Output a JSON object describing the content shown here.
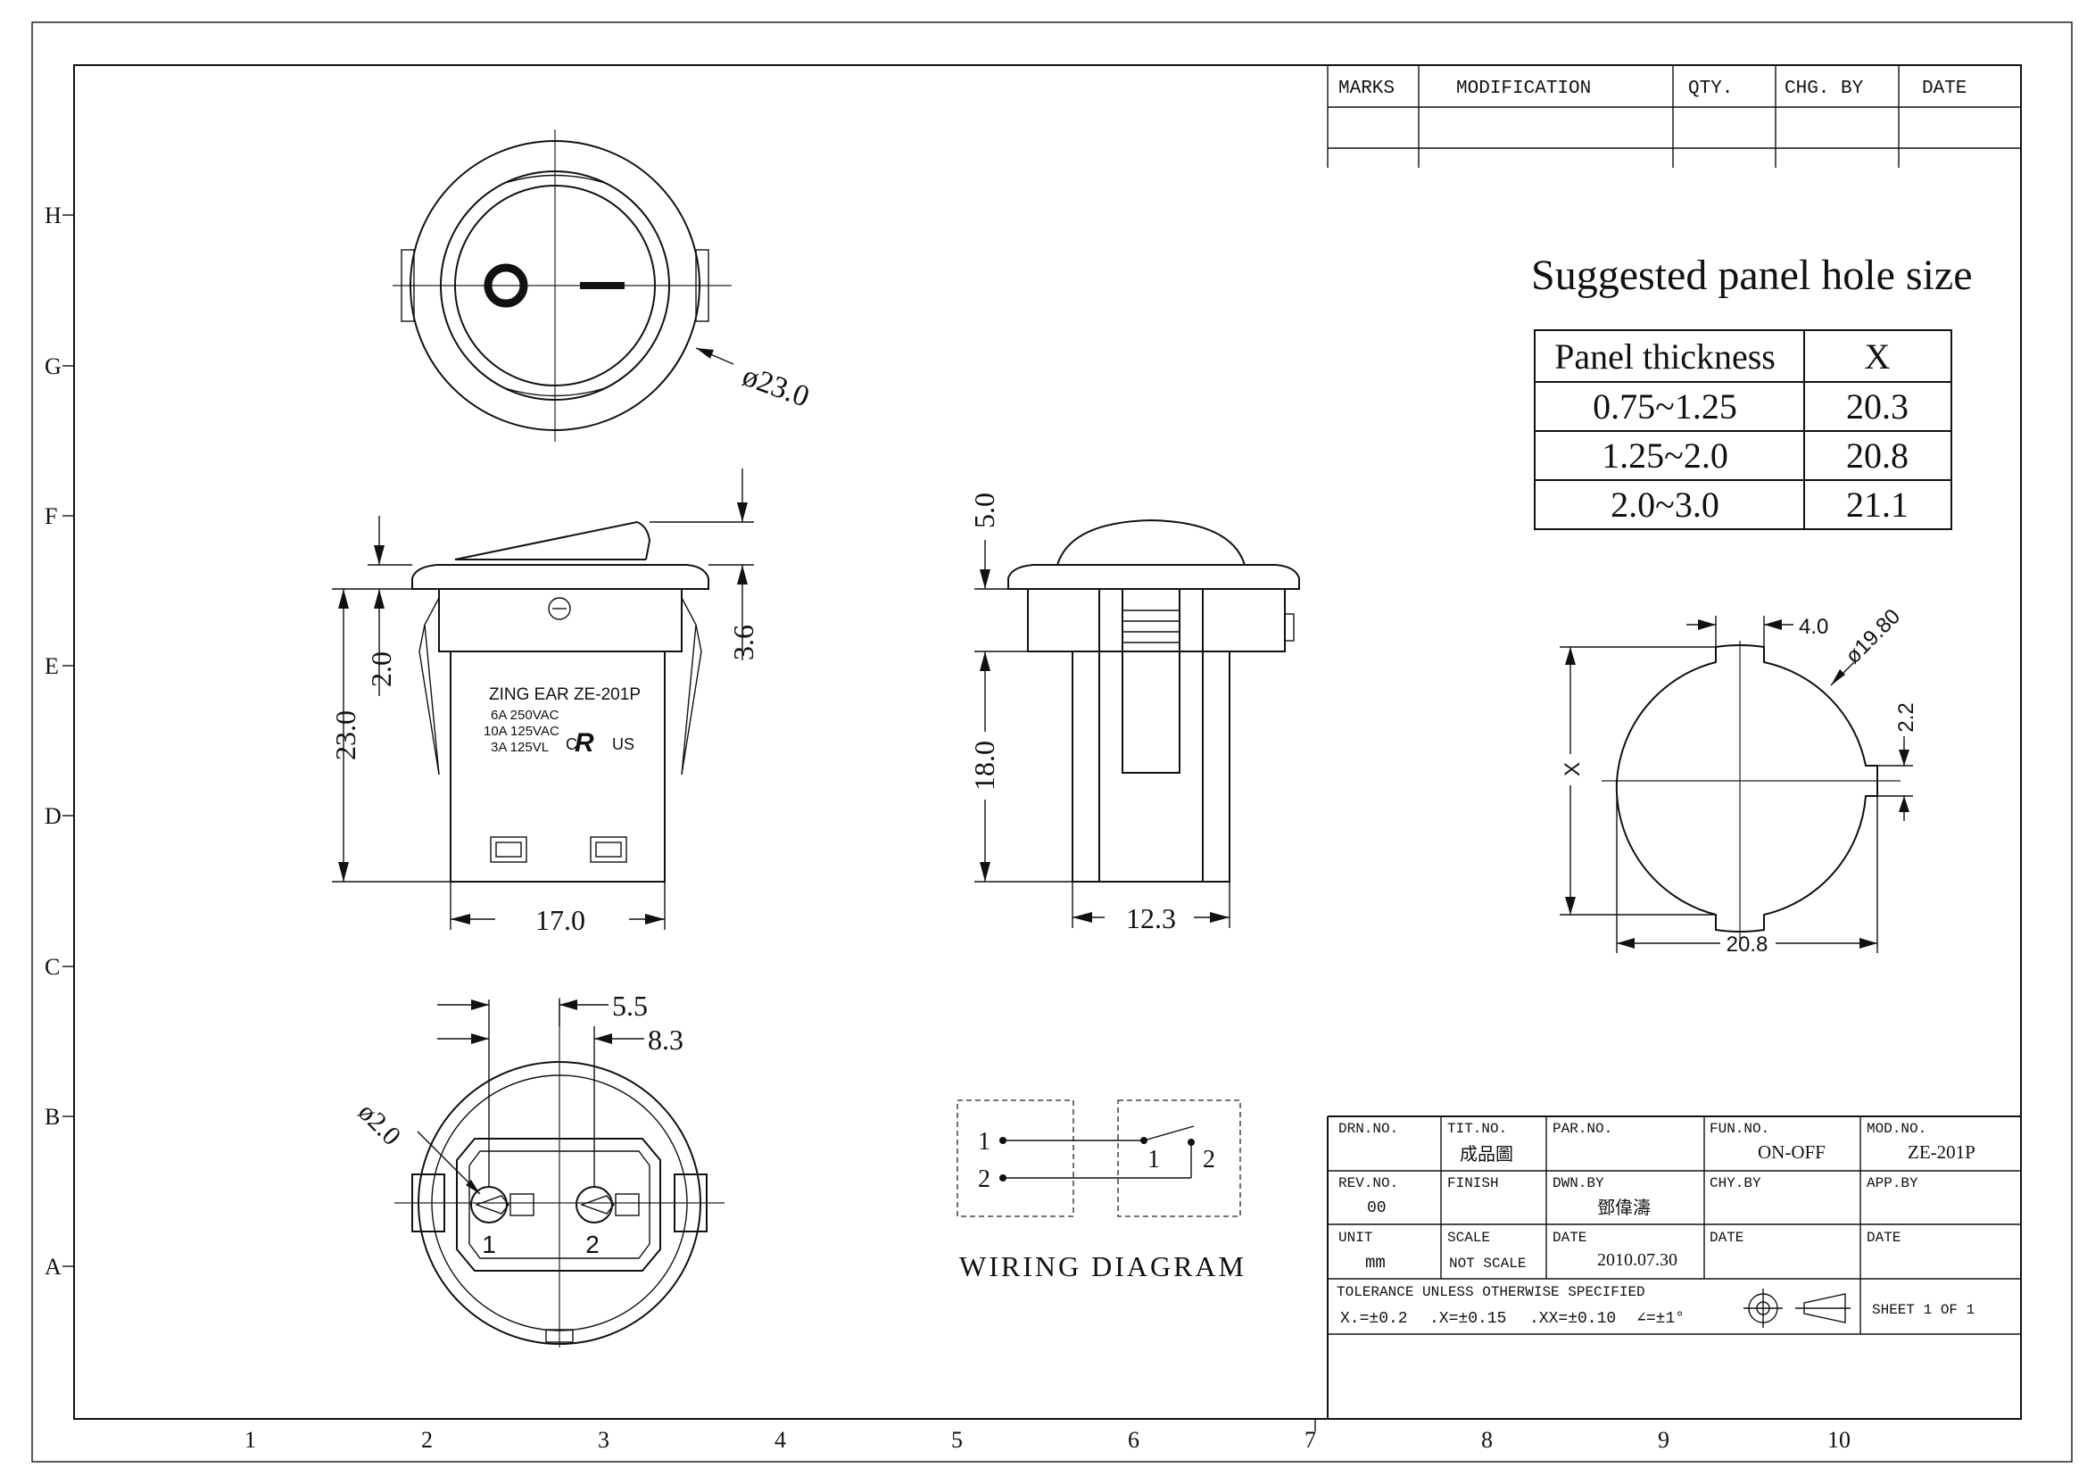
{
  "border_rows": [
    "H",
    "G",
    "F",
    "E",
    "D",
    "C",
    "B",
    "A"
  ],
  "border_cols": [
    "1",
    "2",
    "3",
    "4",
    "5",
    "6",
    "7",
    "8",
    "9",
    "10"
  ],
  "revision_header": {
    "marks": "MARKS",
    "modification": "MODIFICATION",
    "qty": "QTY.",
    "chg_by": "CHG. BY",
    "date": "DATE"
  },
  "panel_hole": {
    "title": "Suggested panel hole size",
    "headers": [
      "Panel thickness",
      "X"
    ],
    "rows": [
      [
        "0.75~1.25",
        "20.3"
      ],
      [
        "1.25~2.0",
        "20.8"
      ],
      [
        "2.0~3.0",
        "21.1"
      ]
    ]
  },
  "top_view": {
    "diameter": "ø23.0",
    "off_symbol": "O",
    "on_symbol": "I"
  },
  "front_view": {
    "dims": {
      "height": "23.0",
      "step": "2.0",
      "rocker": "3.6",
      "width": "17.0"
    },
    "label": {
      "line1": "ZING EAR ZE-201P",
      "line2": "6A 250VAC",
      "line3": "10A 125VAC",
      "line4": "3A 125VL",
      "cert_c": "C",
      "cert_ul": "R",
      "cert_us": "US"
    }
  },
  "side_view": {
    "dims": {
      "top": "5.0",
      "body": "18.0",
      "width": "12.3"
    }
  },
  "panel_cutout": {
    "notch": "4.0",
    "diameter": "ø19.80",
    "key": "2.2",
    "x": "X",
    "width": "20.8"
  },
  "bottom_view": {
    "dim_a": "5.5",
    "dim_b": "8.3",
    "pin_dia": "ø2.0",
    "pin1": "1",
    "pin2": "2"
  },
  "wiring": {
    "title": "WIRING DIAGRAM",
    "left_1": "1",
    "left_2": "2",
    "right_1": "1",
    "right_2": "2"
  },
  "title_block": {
    "drn_no_label": "DRN.NO.",
    "tit_no_label": "TIT.NO.",
    "tit_no_value": "成品圖",
    "par_no_label": "PAR.NO.",
    "fun_no_label": "FUN.NO.",
    "fun_no_value": "ON-OFF",
    "mod_no_label": "MOD.NO.",
    "mod_no_value": "ZE-201P",
    "rev_no_label": "REV.NO.",
    "rev_no_value": "00",
    "finish_label": "FINISH",
    "dwn_by_label": "DWN.BY",
    "dwn_by_value": "鄧偉濤",
    "chy_by_label": "CHY.BY",
    "app_by_label": "APP.BY",
    "unit_label": "UNIT",
    "unit_value": "mm",
    "scale_label": "SCALE",
    "scale_value": "NOT SCALE",
    "date_label": "DATE",
    "date_value": "2010.07.30",
    "date2_label": "DATE",
    "date3_label": "DATE",
    "tolerance_label": "TOLERANCE UNLESS OTHERWISE SPECIFIED",
    "tol_x": "X.=±0.2",
    "tol_xx": ".X=±0.15",
    "tol_xxx": ".XX=±0.10",
    "tol_angle": "∠=±1°",
    "sheet": "SHEET 1 OF 1"
  }
}
